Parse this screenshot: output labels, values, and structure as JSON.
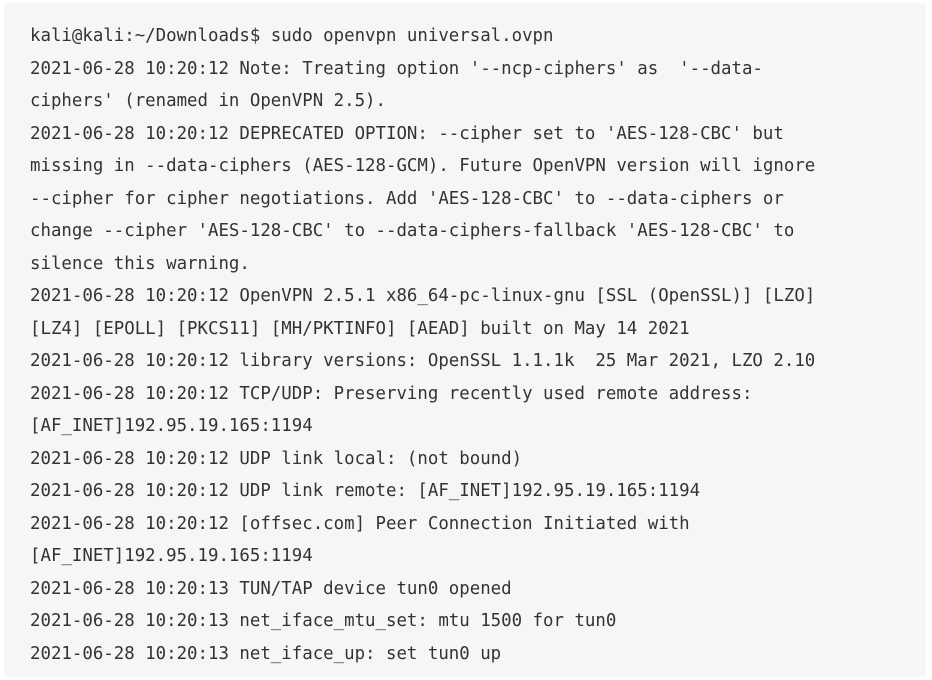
{
  "terminal": {
    "lines": [
      "kali@kali:~/Downloads$ sudo openvpn universal.ovpn",
      "2021-06-28 10:20:12 Note: Treating option '--ncp-ciphers' as  '--data-",
      "ciphers' (renamed in OpenVPN 2.5).",
      "2021-06-28 10:20:12 DEPRECATED OPTION: --cipher set to 'AES-128-CBC' but",
      "missing in --data-ciphers (AES-128-GCM). Future OpenVPN version will ignore",
      "--cipher for cipher negotiations. Add 'AES-128-CBC' to --data-ciphers or",
      "change --cipher 'AES-128-CBC' to --data-ciphers-fallback 'AES-128-CBC' to",
      "silence this warning.",
      "2021-06-28 10:20:12 OpenVPN 2.5.1 x86_64-pc-linux-gnu [SSL (OpenSSL)] [LZO]",
      "[LZ4] [EPOLL] [PKCS11] [MH/PKTINFO] [AEAD] built on May 14 2021",
      "2021-06-28 10:20:12 library versions: OpenSSL 1.1.1k  25 Mar 2021, LZO 2.10",
      "2021-06-28 10:20:12 TCP/UDP: Preserving recently used remote address:",
      "[AF_INET]192.95.19.165:1194",
      "2021-06-28 10:20:12 UDP link local: (not bound)",
      "2021-06-28 10:20:12 UDP link remote: [AF_INET]192.95.19.165:1194",
      "2021-06-28 10:20:12 [offsec.com] Peer Connection Initiated with",
      "[AF_INET]192.95.19.165:1194",
      "2021-06-28 10:20:13 TUN/TAP device tun0 opened",
      "2021-06-28 10:20:13 net_iface_mtu_set: mtu 1500 for tun0",
      "2021-06-28 10:20:13 net_iface_up: set tun0 up"
    ]
  }
}
